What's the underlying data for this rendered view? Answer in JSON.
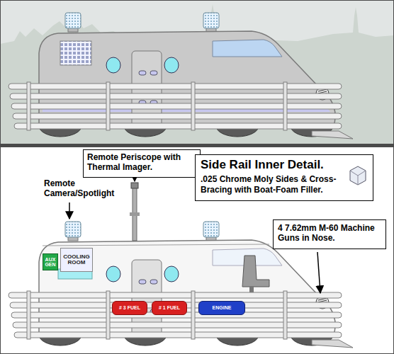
{
  "diagram": {
    "nodes": [
      {
        "text": [
          "Remote Periscope with Thermal Imager."
        ]
      },
      {
        "text": [
          "Side Rail Inner Detail.",
          ".025 Chrome Moly Sides & Cross-Bracing with Boat-Foam Filler."
        ]
      },
      {
        "text": [
          "4 7.62mm M-60 Machine Guns in Nose."
        ]
      },
      {
        "text": [
          "COOLING ROOM"
        ]
      },
      {
        "text": [
          "AUX GEN"
        ]
      },
      {
        "text": [
          "# 3 FUEL"
        ]
      },
      {
        "text": [
          "# 1 FUEL"
        ]
      },
      {
        "text": [
          "ENGINE"
        ]
      }
    ],
    "labels": [
      "Remote Camera/Spotlight"
    ]
  }
}
